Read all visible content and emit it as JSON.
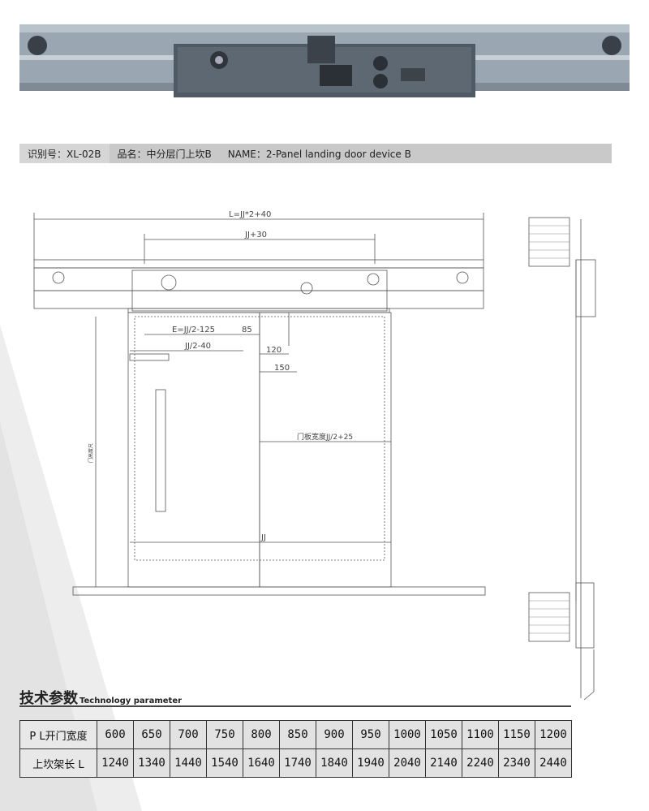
{
  "info_bar": {
    "id_label": "识别号：XL-02B",
    "product_label": "品名：中分层门上坎B",
    "name_label": "NAME：2-Panel landing door device B"
  },
  "drawing": {
    "dim_L": "L=JJ*2+40",
    "dim_JJ30": "JJ+30",
    "dim_E": "E=JJ/2-125",
    "dim_85": "85",
    "dim_JJ2_40": "JJ/2-40",
    "dim_120": "120",
    "dim_150": "150",
    "dim_door_gap": "门板宽度JJ/2+25",
    "dim_JJ": "JJ",
    "dim_height": "门高度尺"
  },
  "tech": {
    "title_zh": "技术参数",
    "title_en": "Technology parameter"
  },
  "table": {
    "row1_label": "P L开门宽度",
    "row2_label": "上坎架长 L",
    "widths": [
      "600",
      "650",
      "700",
      "750",
      "800",
      "850",
      "900",
      "950",
      "1000",
      "1050",
      "1100",
      "1150",
      "1200"
    ],
    "lengths": [
      "1240",
      "1340",
      "1440",
      "1540",
      "1640",
      "1740",
      "1840",
      "1940",
      "2040",
      "2140",
      "2240",
      "2340",
      "2440"
    ]
  },
  "colors": {
    "bar_bg": "#c9c9c9",
    "line": "#555555",
    "wedge": "#ececec"
  }
}
